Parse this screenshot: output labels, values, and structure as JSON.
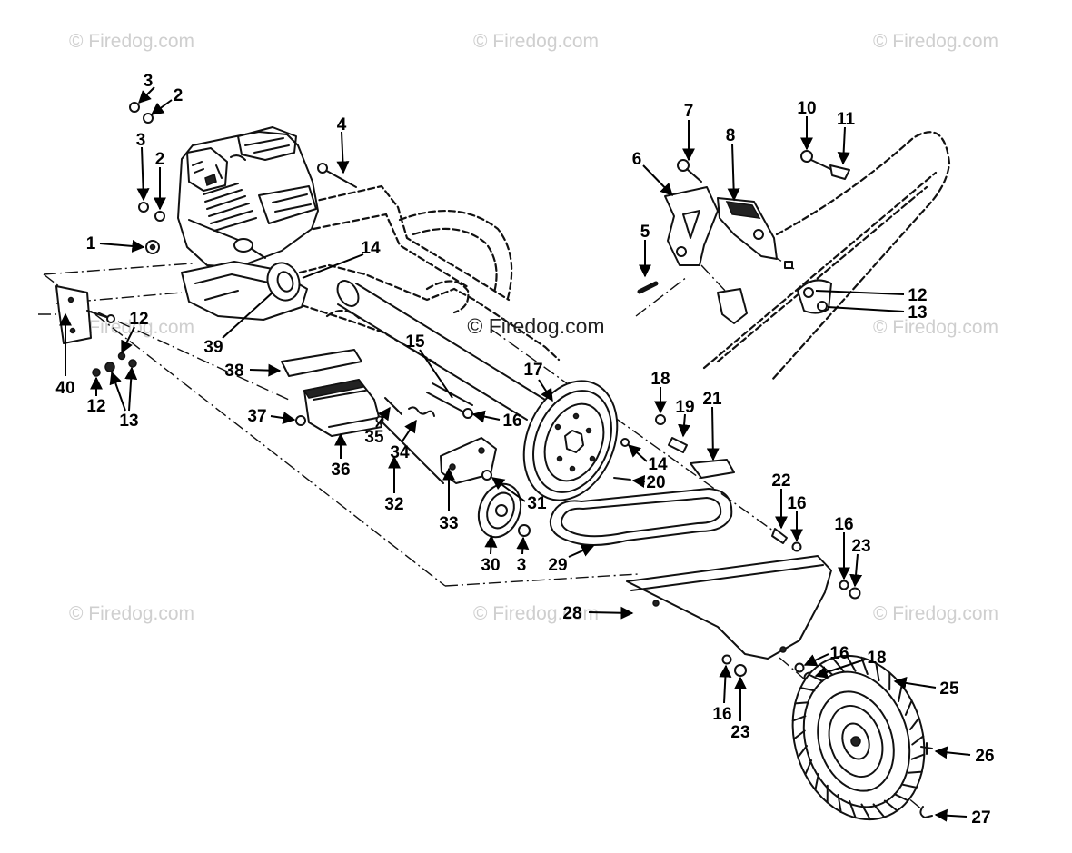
{
  "watermarks": [
    "© Firedog.com",
    "© Firedog.com",
    "© Firedog.com",
    "© Firedog.com",
    "© Firedog.com",
    "© Firedog.com",
    "© Firedog.com",
    "© Firedog.com",
    "© Firedog.com"
  ],
  "callouts": [
    "3",
    "2",
    "3",
    "2",
    "4",
    "1",
    "14",
    "39",
    "38",
    "37",
    "36",
    "35",
    "34",
    "32",
    "15",
    "17",
    "16",
    "33",
    "31",
    "30",
    "3",
    "29",
    "28",
    "18",
    "19",
    "21",
    "14",
    "20",
    "22",
    "16",
    "16",
    "23",
    "16",
    "18",
    "25",
    "16",
    "23",
    "26",
    "27",
    "40",
    "12",
    "13",
    "12",
    "7",
    "8",
    "6",
    "10",
    "11",
    "5",
    "12",
    "13"
  ]
}
